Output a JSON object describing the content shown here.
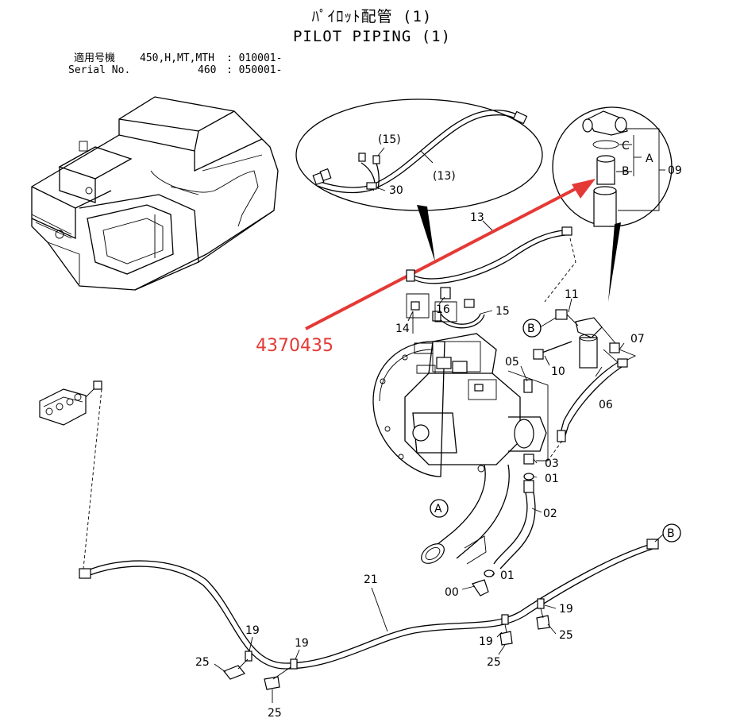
{
  "header": {
    "title_jp": "ﾊﾟｲﾛｯﾄ配管 (1)",
    "title_en": "PILOT PIPING (1)",
    "applicable_label_jp": "適用号機",
    "serial_label": "Serial No.",
    "models_1": "450,H,MT,MTH",
    "serial_1": ": 010001-",
    "models_2": "460",
    "serial_2": ": 050001-"
  },
  "annotation": {
    "part_number": "4370435",
    "color": "#e53935"
  },
  "detail_view": {
    "labels": [
      "(15)",
      "(13)",
      "30"
    ]
  },
  "filter_detail": {
    "labels": [
      "C",
      "B",
      "A",
      "09"
    ]
  },
  "callouts": {
    "c13": "13",
    "c16": "16",
    "c15": "15",
    "c14": "14",
    "c11": "11",
    "cB1": "B",
    "c07": "07",
    "c10": "10",
    "c05": "05",
    "c06": "06",
    "c03": "03",
    "c01a": "01",
    "cA": "A",
    "c02": "02",
    "c01b": "01",
    "c00": "00",
    "cB2": "B",
    "c21": "21",
    "c19a": "19",
    "c19b": "19",
    "c19c": "19",
    "c19d": "19",
    "c25a": "25",
    "c25b": "25",
    "c25c": "25",
    "c25d": "25"
  }
}
